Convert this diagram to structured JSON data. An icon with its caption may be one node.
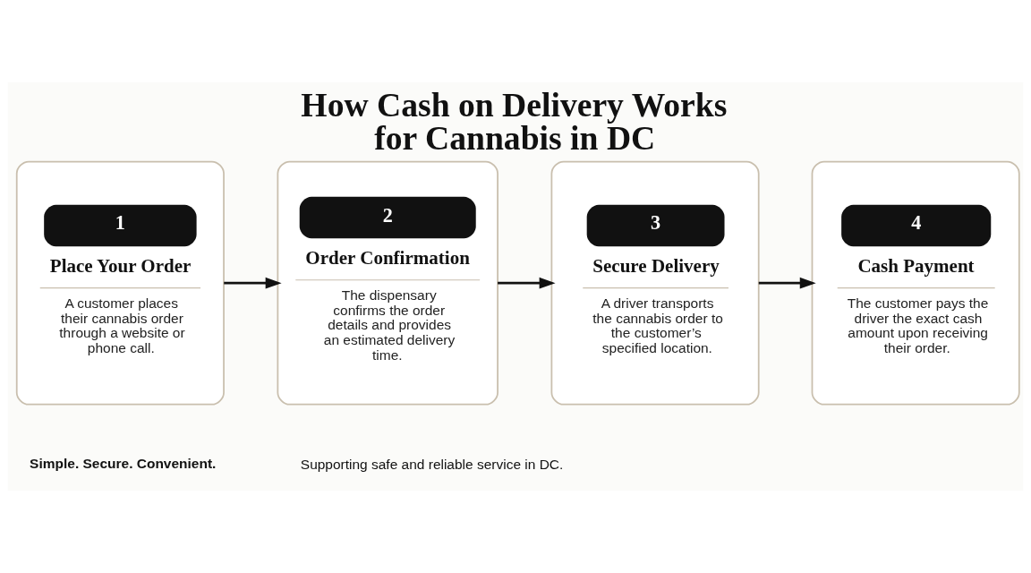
{
  "diagram": {
    "title": "How Cash on Delivery Works for Cannabis in DC",
    "nodes": [
      {
        "text": [
          "1",
          "Place Your Order",
          "A customer places their cannabis order through a website or phone call."
        ]
      },
      {
        "text": [
          "2",
          "Order Confirmation",
          "The dispensary confirms the order details and provides an estimated delivery time."
        ]
      },
      {
        "text": [
          "3",
          "Secure Delivery",
          "A driver transports the cannabis order to the customer’s specified location."
        ]
      },
      {
        "text": [
          "4",
          "Cash Payment",
          "The customer pays the driver the exact cash amount upon receiving their order."
        ]
      }
    ],
    "edges": [
      {
        "from": 0,
        "to": 1,
        "arrow": "to"
      },
      {
        "from": 1,
        "to": 2,
        "arrow": "to"
      },
      {
        "from": 2,
        "to": 3,
        "arrow": "to"
      }
    ],
    "labels": [
      "Simple. Secure. Convenient.",
      "Supporting safe and reliable service in DC."
    ]
  }
}
